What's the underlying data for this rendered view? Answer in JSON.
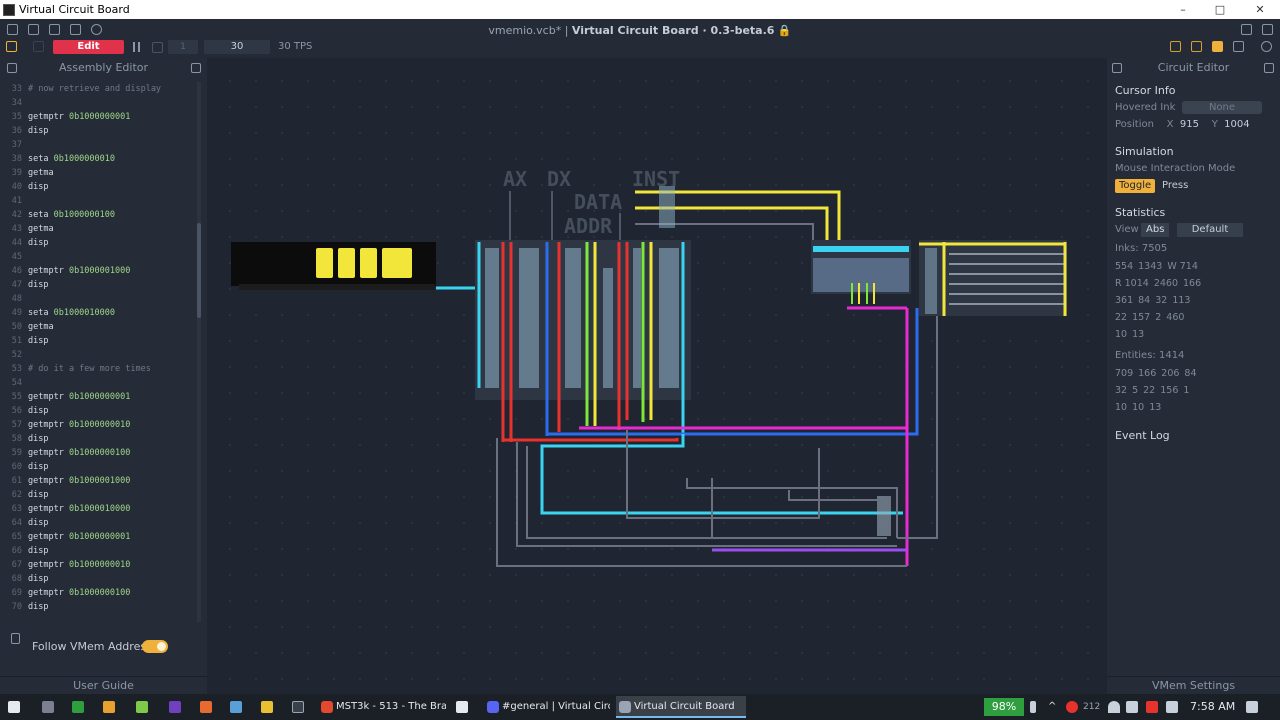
{
  "window": {
    "title": "Virtual Circuit Board"
  },
  "topbar": {
    "title_file": "vmemio.vcb*",
    "title_app": "Virtual Circuit Board · 0.3-beta.6",
    "edit_label": "Edit",
    "step_value": "1",
    "tps_value": "30",
    "tps_label": "30 TPS"
  },
  "assembly_editor": {
    "title": "Assembly Editor",
    "lines": [
      {
        "n": "33",
        "kind": "cm",
        "op": "# now retrieve and display",
        "arg": ""
      },
      {
        "n": "34",
        "kind": "kw",
        "op": "",
        "arg": ""
      },
      {
        "n": "35",
        "kind": "kw",
        "op": "getmptr ",
        "arg": "0b1000000001"
      },
      {
        "n": "36",
        "kind": "kw",
        "op": "disp",
        "arg": ""
      },
      {
        "n": "37",
        "kind": "kw",
        "op": "",
        "arg": ""
      },
      {
        "n": "38",
        "kind": "kw",
        "op": "seta ",
        "arg": "0b1000000010"
      },
      {
        "n": "39",
        "kind": "kw",
        "op": "getma",
        "arg": ""
      },
      {
        "n": "40",
        "kind": "kw",
        "op": "disp",
        "arg": ""
      },
      {
        "n": "41",
        "kind": "kw",
        "op": "",
        "arg": ""
      },
      {
        "n": "42",
        "kind": "kw",
        "op": "seta ",
        "arg": "0b1000000100"
      },
      {
        "n": "43",
        "kind": "kw",
        "op": "getma",
        "arg": ""
      },
      {
        "n": "44",
        "kind": "kw",
        "op": "disp",
        "arg": ""
      },
      {
        "n": "45",
        "kind": "kw",
        "op": "",
        "arg": ""
      },
      {
        "n": "46",
        "kind": "kw",
        "op": "getmptr ",
        "arg": "0b1000001000"
      },
      {
        "n": "47",
        "kind": "kw",
        "op": "disp",
        "arg": ""
      },
      {
        "n": "48",
        "kind": "kw",
        "op": "",
        "arg": ""
      },
      {
        "n": "49",
        "kind": "kw",
        "op": "seta ",
        "arg": "0b1000010000"
      },
      {
        "n": "50",
        "kind": "kw",
        "op": "getma",
        "arg": ""
      },
      {
        "n": "51",
        "kind": "kw",
        "op": "disp",
        "arg": ""
      },
      {
        "n": "52",
        "kind": "kw",
        "op": "",
        "arg": ""
      },
      {
        "n": "53",
        "kind": "cm",
        "op": "# do it a few more times",
        "arg": ""
      },
      {
        "n": "54",
        "kind": "kw",
        "op": "",
        "arg": ""
      },
      {
        "n": "55",
        "kind": "kw",
        "op": "getmptr ",
        "arg": "0b1000000001"
      },
      {
        "n": "56",
        "kind": "kw",
        "op": "disp",
        "arg": ""
      },
      {
        "n": "57",
        "kind": "kw",
        "op": "getmptr ",
        "arg": "0b1000000010"
      },
      {
        "n": "58",
        "kind": "kw",
        "op": "disp",
        "arg": ""
      },
      {
        "n": "59",
        "kind": "kw",
        "op": "getmptr ",
        "arg": "0b1000000100"
      },
      {
        "n": "60",
        "kind": "kw",
        "op": "disp",
        "arg": ""
      },
      {
        "n": "61",
        "kind": "kw",
        "op": "getmptr ",
        "arg": "0b1000001000"
      },
      {
        "n": "62",
        "kind": "kw",
        "op": "disp",
        "arg": ""
      },
      {
        "n": "63",
        "kind": "kw",
        "op": "getmptr ",
        "arg": "0b1000010000"
      },
      {
        "n": "64",
        "kind": "kw",
        "op": "disp",
        "arg": ""
      },
      {
        "n": "65",
        "kind": "kw",
        "op": "getmptr ",
        "arg": "0b1000000001"
      },
      {
        "n": "66",
        "kind": "kw",
        "op": "disp",
        "arg": ""
      },
      {
        "n": "67",
        "kind": "kw",
        "op": "getmptr ",
        "arg": "0b1000000010"
      },
      {
        "n": "68",
        "kind": "kw",
        "op": "disp",
        "arg": ""
      },
      {
        "n": "69",
        "kind": "kw",
        "op": "getmptr ",
        "arg": "0b1000000100"
      },
      {
        "n": "70",
        "kind": "kw",
        "op": "disp",
        "arg": ""
      }
    ],
    "follow_label": "Follow VMem Address",
    "follow_enabled": true
  },
  "user_guide": {
    "title": "User Guide"
  },
  "circuit": {
    "labels": {
      "ax": "AX",
      "dx": "DX",
      "inst": "INST",
      "data": "DATA",
      "addr": "ADDR"
    }
  },
  "circuit_editor": {
    "title": "Circuit Editor",
    "cursor_info": "Cursor Info",
    "hovered_ink_label": "Hovered Ink",
    "hovered_ink_value": "None",
    "position_label": "Position",
    "x_label": "X",
    "x_value": "915",
    "y_label": "Y",
    "y_value": "1004",
    "simulation": "Simulation",
    "mouse_mode_label": "Mouse Interaction Mode",
    "mode_toggle": "Toggle",
    "mode_press": "Press",
    "statistics": "Statistics",
    "view_label": "View",
    "view_abs": "Abs",
    "view_default": "Default",
    "inks_label": "Inks: 7505",
    "ink_stats": [
      [
        "554",
        "1343",
        "W 714"
      ],
      [
        "R 1014",
        "2460",
        "166"
      ],
      [
        "361",
        "84",
        "32",
        "113"
      ],
      [
        "22",
        "157",
        "2",
        "460"
      ],
      [
        "10",
        "13"
      ]
    ],
    "entities_label": "Entities: 1414",
    "entity_stats": [
      [
        "709",
        "166",
        "206",
        "84"
      ],
      [
        "32",
        "5",
        "22",
        "156",
        "1"
      ],
      [
        "10",
        "10",
        "13"
      ]
    ],
    "event_log": "Event Log"
  },
  "vmem_settings": {
    "title": "VMem Settings"
  },
  "taskbar": {
    "tasks": [
      {
        "label": "MST3k - 513 - The Bra...",
        "color": "#e2492f"
      },
      {
        "label": "#general | Virtual Circ...",
        "color": "#5865f2"
      },
      {
        "label": "Virtual Circuit Board",
        "color": "#9aa4b4"
      }
    ],
    "battery": "98%",
    "tray_count": "212",
    "clock": "7:58 AM"
  },
  "colors": {
    "accent_edit": "#e0324a",
    "accent_toggle": "#f0b03c",
    "wire_yellow": "#f2e63a",
    "wire_red": "#e8322e",
    "wire_cyan": "#38d4f0",
    "wire_blue": "#2c6cf0",
    "wire_magenta": "#e82ad2",
    "wire_green": "#7ee83a"
  }
}
